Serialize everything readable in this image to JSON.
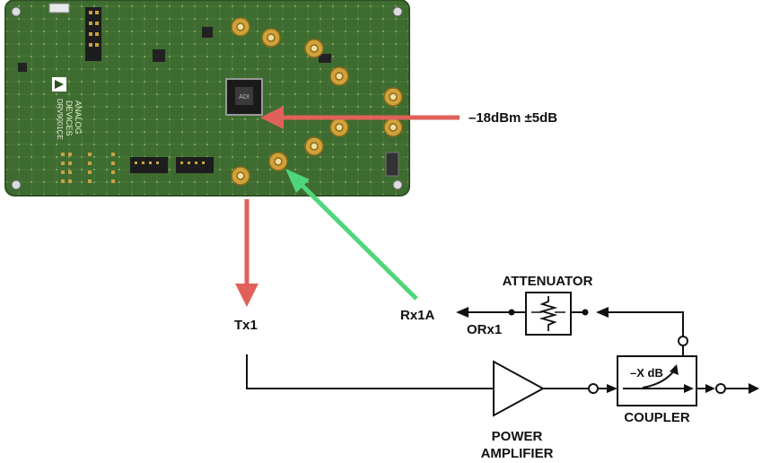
{
  "labels": {
    "rx_power": "–18dBm ±5dB",
    "tx1": "Tx1",
    "rx1a": "Rx1A",
    "orx1": "ORx1",
    "attenuator": "ATTENUATOR",
    "coupler_value": "–X dB",
    "coupler": "COUPLER",
    "power_amplifier_line1": "POWER",
    "power_amplifier_line2": "AMPLIFIER"
  },
  "board": {
    "brand_line1": "ANALOG",
    "brand_line2": "DEVICES",
    "part_number": "DRV9001CE",
    "chip_label": "ADI"
  },
  "colors": {
    "pcb_green": "#3e6b2f",
    "pcb_dark": "#2c4f22",
    "connector_gold": "#d1a23a",
    "tx_arrow_red": "#e0605a",
    "rx_arrow_green": "#4fd67a",
    "line_black": "#111111"
  }
}
